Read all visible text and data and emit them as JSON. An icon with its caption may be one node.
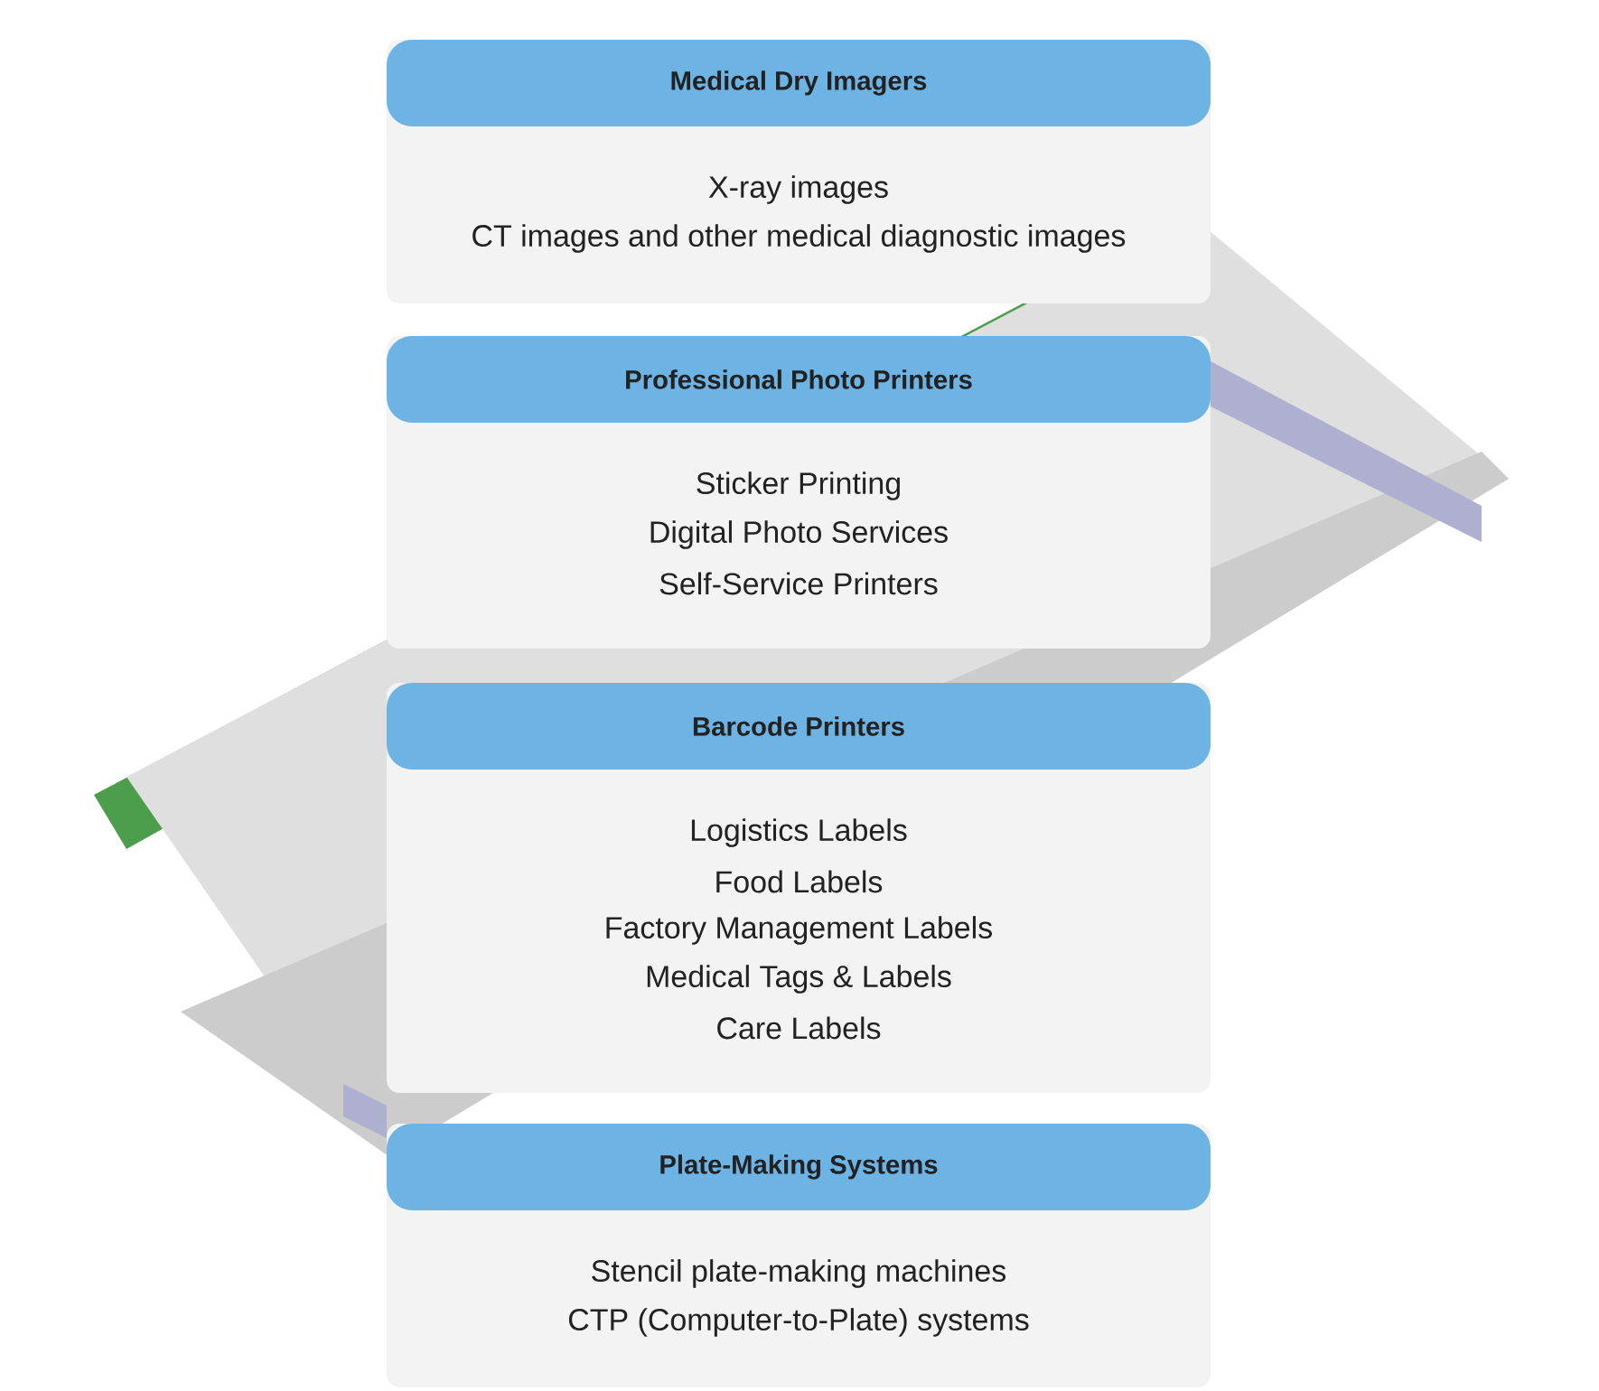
{
  "diagram": {
    "nodes": [
      {
        "text": [
          "Medical Dry Imagers",
          "X-ray images",
          "CT images and other medical diagnostic images"
        ]
      },
      {
        "text": [
          "Professional Photo Printers",
          "Sticker Printing",
          "Digital Photo Services",
          "Self-Service Printers"
        ]
      },
      {
        "text": [
          "Barcode Printers",
          "Logistics Labels",
          "Food Labels",
          "Factory Management Labels",
          "Medical Tags & Labels",
          "Care Labels"
        ]
      },
      {
        "text": [
          "Plate-Making Systems",
          "Stencil plate-making machines",
          "CTP (Computer-to-Plate) systems"
        ]
      }
    ]
  }
}
